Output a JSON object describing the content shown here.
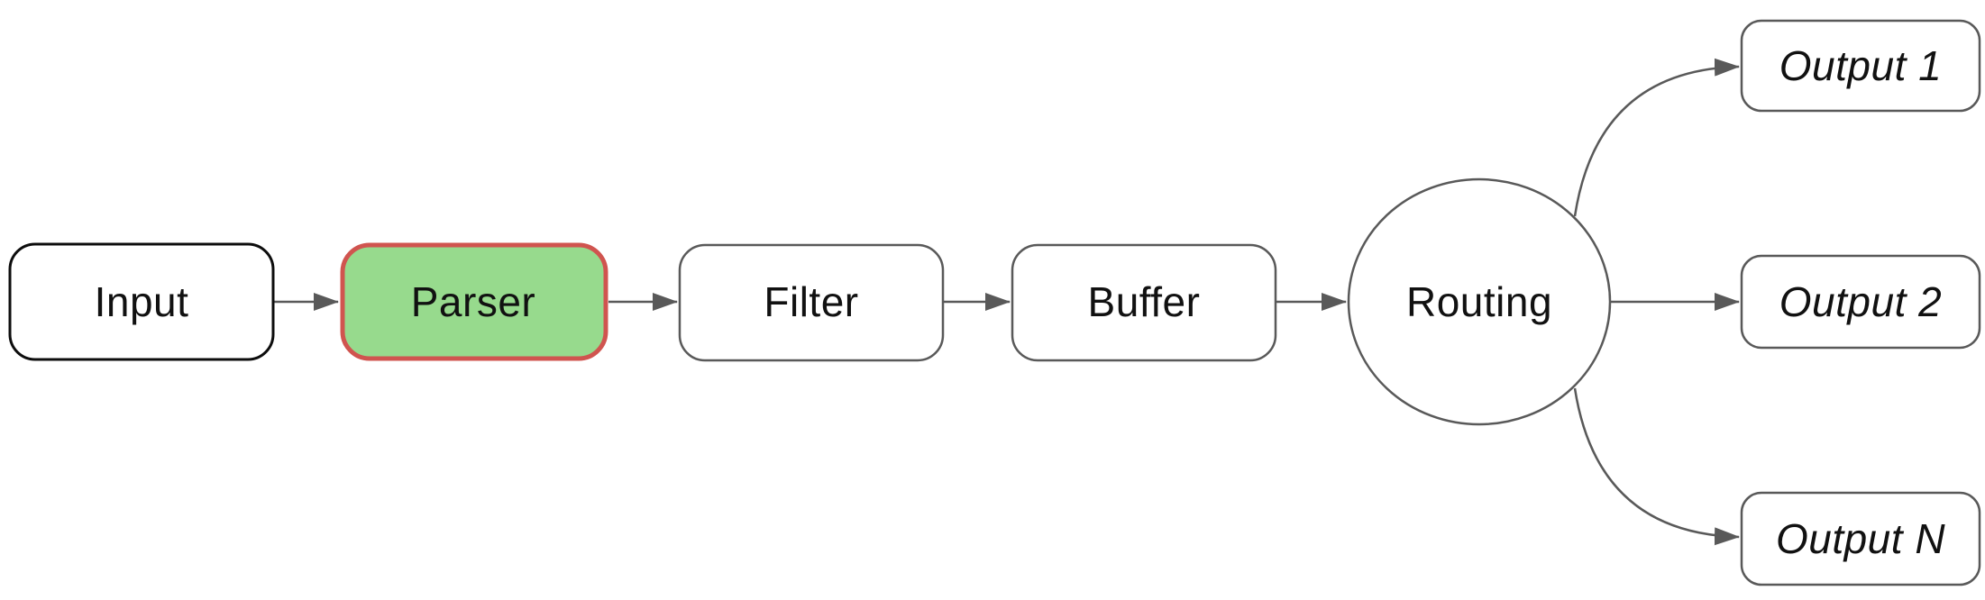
{
  "diagram": {
    "type": "flow-pipeline",
    "background": "#ffffff",
    "nodes": [
      {
        "id": "input",
        "label": "Input",
        "shape": "rounded-rect",
        "style": "black-border"
      },
      {
        "id": "parser",
        "label": "Parser",
        "shape": "rounded-rect",
        "style": "highlighted",
        "highlighted": true
      },
      {
        "id": "filter",
        "label": "Filter",
        "shape": "rounded-rect",
        "style": "default"
      },
      {
        "id": "buffer",
        "label": "Buffer",
        "shape": "rounded-rect",
        "style": "default"
      },
      {
        "id": "routing",
        "label": "Routing",
        "shape": "circle",
        "style": "default"
      },
      {
        "id": "output1",
        "label": "Output 1",
        "shape": "rounded-rect",
        "style": "default",
        "italic": true
      },
      {
        "id": "output2",
        "label": "Output 2",
        "shape": "rounded-rect",
        "style": "default",
        "italic": true
      },
      {
        "id": "outputN",
        "label": "Output N",
        "shape": "rounded-rect",
        "style": "default",
        "italic": true
      }
    ],
    "edges": [
      {
        "from": "input",
        "to": "parser",
        "kind": "straight-arrow"
      },
      {
        "from": "parser",
        "to": "filter",
        "kind": "straight-arrow"
      },
      {
        "from": "filter",
        "to": "buffer",
        "kind": "straight-arrow"
      },
      {
        "from": "buffer",
        "to": "routing",
        "kind": "straight-arrow"
      },
      {
        "from": "routing",
        "to": "output1",
        "kind": "curved-arrow"
      },
      {
        "from": "routing",
        "to": "output2",
        "kind": "straight-arrow"
      },
      {
        "from": "routing",
        "to": "outputN",
        "kind": "curved-arrow"
      }
    ],
    "colors": {
      "background": "#ffffff",
      "node_fill": "#ffffff",
      "node_stroke": "#595959",
      "input_node_stroke": "#0d0d0d",
      "highlight_fill": "#97da8d",
      "highlight_stroke": "#d0544f",
      "arrow": "#595959",
      "text": "#111111"
    }
  }
}
